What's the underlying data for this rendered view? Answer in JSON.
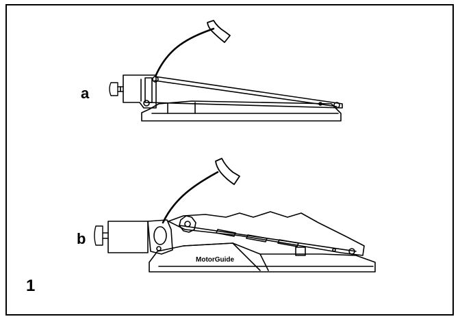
{
  "figure": {
    "number": "1",
    "label_a": "a",
    "label_b": "b",
    "brand_text": "MotorGuide"
  },
  "colors": {
    "border": "#000000",
    "line": "#000000",
    "background": "#ffffff"
  }
}
